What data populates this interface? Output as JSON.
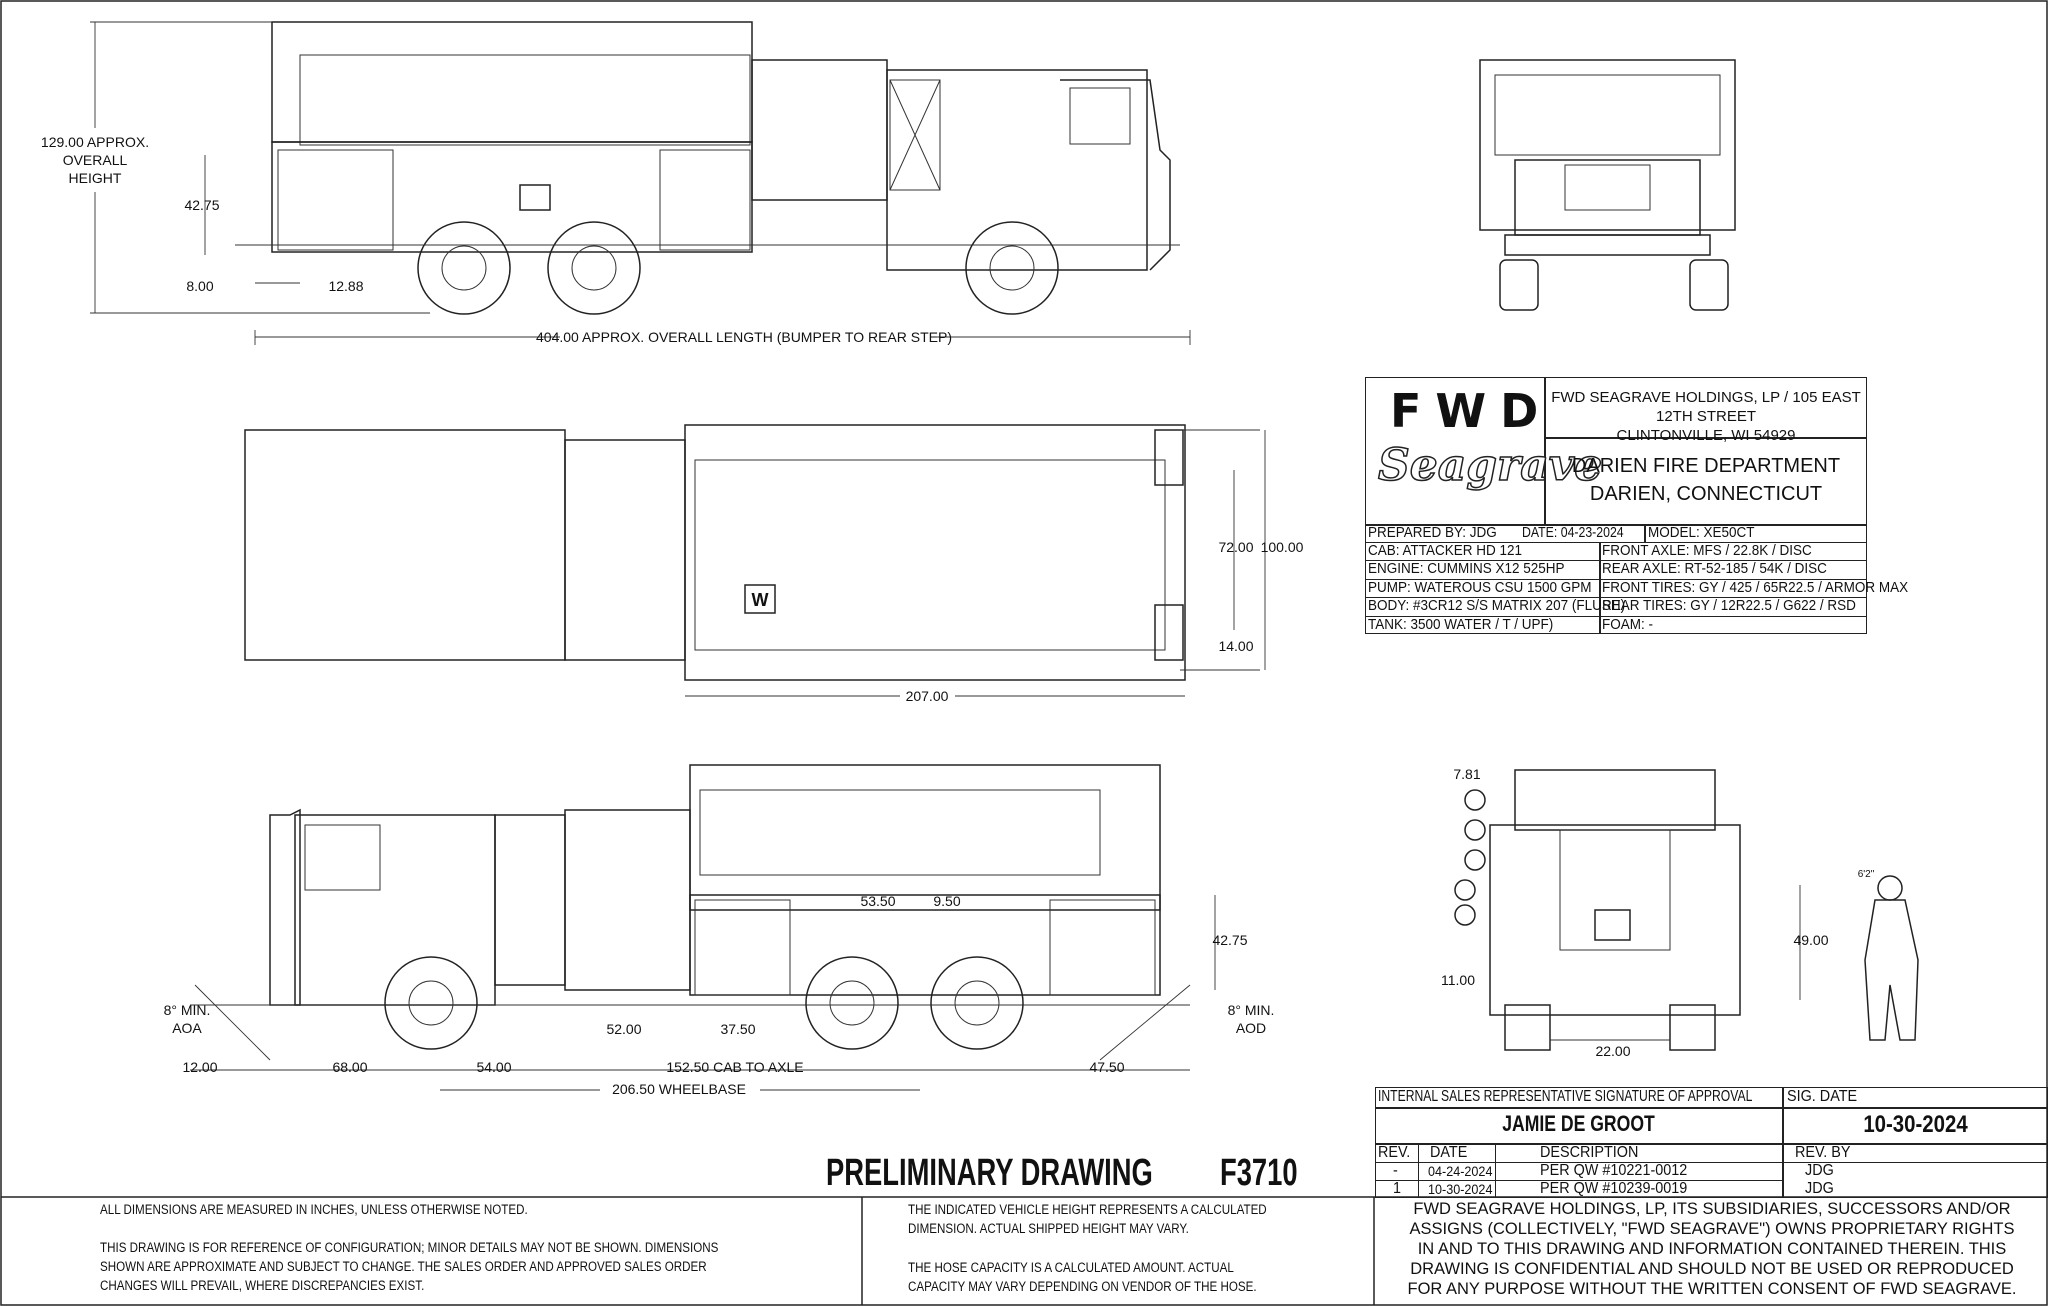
{
  "top_side_view": {
    "overall_height": "129.00 APPROX.\nOVERALL\nHEIGHT",
    "dim_42_75": "42.75",
    "dim_8_00": "8.00",
    "dim_12_88": "12.88",
    "overall_length": "404.00 APPROX. OVERALL LENGTH (BUMPER TO REAR STEP)"
  },
  "top_view": {
    "dim_72": "72.00",
    "dim_100": "100.00",
    "dim_14": "14.00",
    "dim_207": "207.00",
    "w_label": "W"
  },
  "bottom_side_view": {
    "dim_53_50": "53.50",
    "dim_9_50": "9.50",
    "dim_42_75": "42.75",
    "aoa": "8° MIN.\nAOA",
    "aod": "8° MIN.\nAOD",
    "dim_52": "52.00",
    "dim_37_50": "37.50",
    "dim_12": "12.00",
    "dim_68": "68.00",
    "dim_54": "54.00",
    "cab_to_axle": "152.50 CAB TO AXLE",
    "dim_47_50": "47.50",
    "wheelbase": "206.50 WHEELBASE"
  },
  "rear_view": {
    "dim_7_81": "7.81",
    "dim_11": "11.00",
    "dim_49": "49.00",
    "dim_22": "22.00",
    "person_height": "6'2\""
  },
  "title_block": {
    "logo_fwd": "FWD",
    "logo_seagrave": "Seagrave",
    "company_line1": "FWD SEAGRAVE HOLDINGS, LP / 105 EAST 12TH STREET",
    "company_line2": "CLINTONVILLE, WI 54929",
    "customer_line1": "DARIEN FIRE DEPARTMENT",
    "customer_line2": "DARIEN, CONNECTICUT",
    "prepared_by": "PREPARED BY:  JDG",
    "date": "DATE:  04-23-2024",
    "model": "MODEL:  XE50CT",
    "specs_left": [
      "CAB:  ATTACKER HD 121",
      "ENGINE: CUMMINS X12 525HP",
      "PUMP:  WATEROUS CSU 1500 GPM",
      "BODY:  #3CR12 S/S MATRIX 207 (FLUSH)",
      "TANK:  3500 WATER / T / UPF)"
    ],
    "specs_right": [
      "FRONT AXLE:  MFS / 22.8K / DISC",
      "REAR AXLE: RT-52-185 / 54K / DISC",
      "FRONT TIRES:  GY / 425 / 65R22.5 / ARMOR MAX",
      "REAR TIRES:  GY / 12R22.5 / G622 / RSD",
      "FOAM: -"
    ]
  },
  "approval": {
    "header": "INTERNAL SALES REPRESENTATIVE SIGNATURE OF APPROVAL",
    "sig_date_label": "SIG. DATE",
    "name": "JAMIE DE GROOT",
    "sig_date": "10-30-2024",
    "rev_headers": [
      "REV.",
      "DATE",
      "DESCRIPTION",
      "REV. BY"
    ],
    "revisions": [
      [
        "-",
        "04-24-2024",
        "PER QW #10221-0012",
        "JDG"
      ],
      [
        "1",
        "10-30-2024",
        "PER QW #10239-0019",
        "JDG"
      ]
    ]
  },
  "drawing_title": "PRELIMINARY DRAWING",
  "drawing_number": "F3710",
  "notes": {
    "left1": "ALL DIMENSIONS ARE MEASURED IN INCHES, UNLESS OTHERWISE NOTED.",
    "left2": "THIS DRAWING IS FOR REFERENCE OF CONFIGURATION; MINOR DETAILS MAY NOT BE SHOWN.  DIMENSIONS\nSHOWN ARE APPROXIMATE AND SUBJECT TO CHANGE.  THE SALES ORDER AND APPROVED SALES ORDER\nCHANGES WILL PREVAIL, WHERE DISCREPANCIES EXIST.",
    "mid1": "THE INDICATED VEHICLE HEIGHT REPRESENTS A CALCULATED\nDIMENSION.  ACTUAL SHIPPED HEIGHT MAY VARY.",
    "mid2": "THE HOSE CAPACITY IS A CALCULATED AMOUNT.  ACTUAL\nCAPACITY MAY VARY DEPENDING ON  VENDOR OF THE HOSE.",
    "proprietary": "FWD SEAGRAVE HOLDINGS, LP, ITS SUBSIDIARIES, SUCCESSORS AND/OR\nASSIGNS (COLLECTIVELY, \"FWD SEAGRAVE\") OWNS PROPRIETARY RIGHTS\nIN AND TO THIS DRAWING AND INFORMATION CONTAINED THEREIN. THIS\nDRAWING IS CONFIDENTIAL AND SHOULD NOT BE USED OR REPRODUCED\nFOR ANY PURPOSE WITHOUT THE WRITTEN CONSENT OF  FWD SEAGRAVE."
  }
}
